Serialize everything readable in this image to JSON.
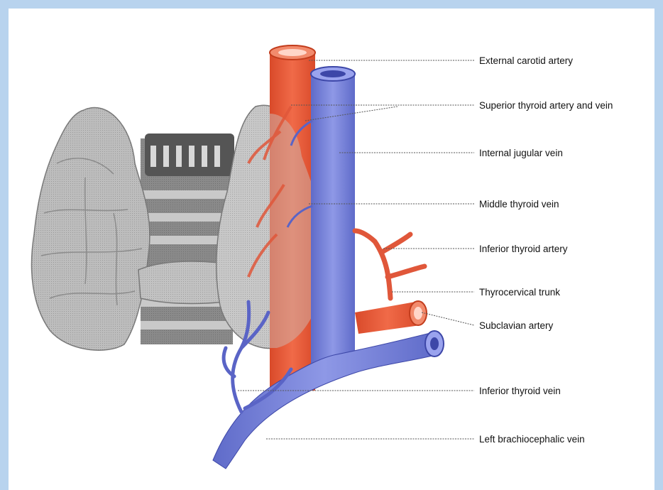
{
  "diagram": {
    "labels": {
      "external_carotid_artery": "External carotid artery",
      "superior_thyroid_artery_and_vein": "Superior thyroid artery and vein",
      "internal_jugular_vein": "Internal jugular vein",
      "middle_thyroid_vein": "Middle thyroid vein",
      "inferior_thyroid_artery": "Inferior thyroid artery",
      "thyrocervical_trunk": "Thyrocervical trunk",
      "subclavian_artery": "Subclavian artery",
      "inferior_thyroid_vein": "Inferior thyroid vein",
      "left_brachiocephalic_vein": "Left brachiocephalic vein"
    },
    "colors": {
      "frame": "#b8d3ee",
      "artery": "#e85b3a",
      "vein": "#7b86d8",
      "gland": "#b9b9b9",
      "trachea": "#8f8f8f"
    }
  }
}
